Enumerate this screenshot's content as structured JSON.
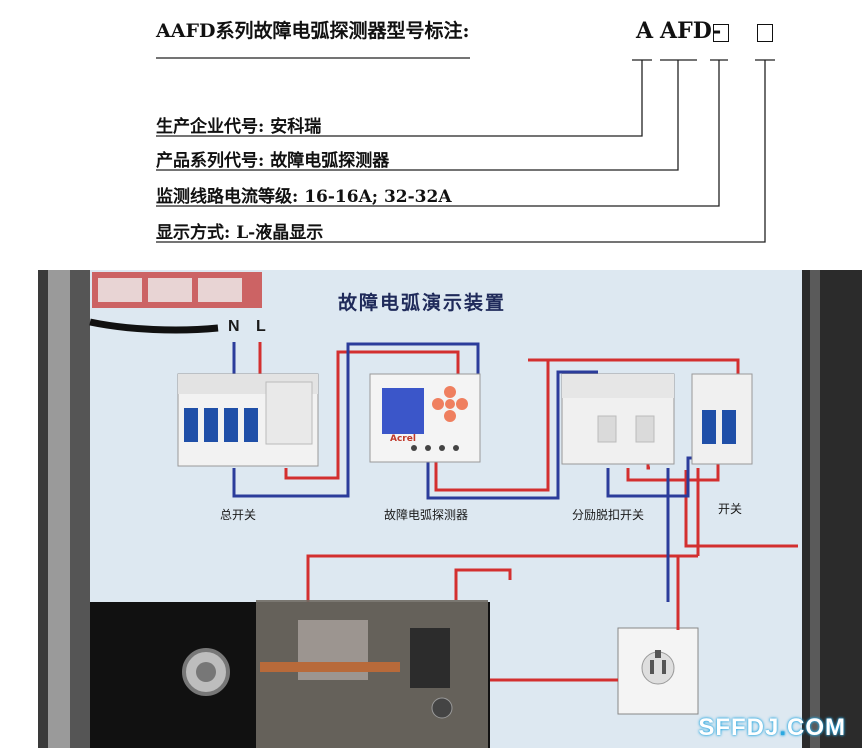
{
  "diagram": {
    "title": "AAFD系列故障电弧探测器型号标注:",
    "code_a": "A",
    "code_afd": "AFD-",
    "rows": [
      {
        "label": "生产企业代号: 安科瑞"
      },
      {
        "label": "产品系列代号: 故障电弧探测器"
      },
      {
        "label": "监测线路电流等级: 16-16A; 32-32A"
      },
      {
        "label": "显示方式: L-液晶显示"
      }
    ]
  },
  "panel": {
    "title": "故障电弧演示装置",
    "terminal_n": "N",
    "terminal_l": "L",
    "captions": {
      "main_switch": "总开关",
      "detector": "故障电弧探测器",
      "shunt_trip": "分励脱扣开关",
      "switch": "开关"
    },
    "detector_brand": "Acrel"
  },
  "watermark": {
    "pre": "SFFDJ",
    "dot": ".",
    "post": "COM"
  },
  "colors": {
    "wire_red": "#d32f2f",
    "wire_blue": "#2b3c9b",
    "panel_bg": "#dfe9f2"
  }
}
